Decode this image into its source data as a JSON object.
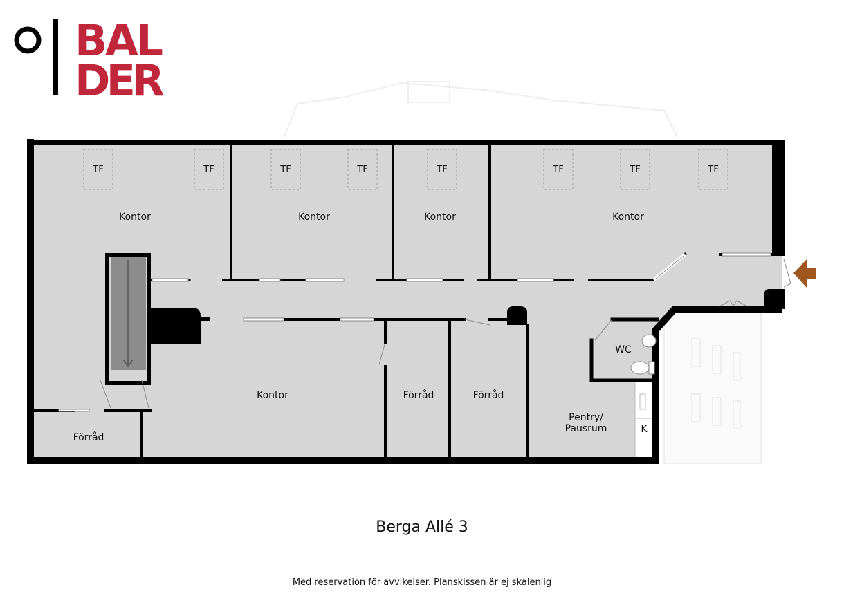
{
  "logo": {
    "line1": "BAL",
    "line2": "DER",
    "brand_color": "#c0273a"
  },
  "plan": {
    "tf_label": "TF",
    "rooms": {
      "kontor_1": "Kontor",
      "kontor_2": "Kontor",
      "kontor_3": "Kontor",
      "kontor_4": "Kontor",
      "kontor_5": "Kontor",
      "forrad_1": "Förråd",
      "forrad_2": "Förråd",
      "forrad_3": "Förråd",
      "wc": "WC",
      "pentry_line1": "Pentry/",
      "pentry_line2": "Pausrum",
      "kitchen": "K"
    },
    "entrance_arrow_color": "#a0561f",
    "floor_color": "#d6d6d6"
  },
  "title": "Berga Allé 3",
  "footer": "Med reservation för avvikelser. Planskissen är ej skalenlig"
}
